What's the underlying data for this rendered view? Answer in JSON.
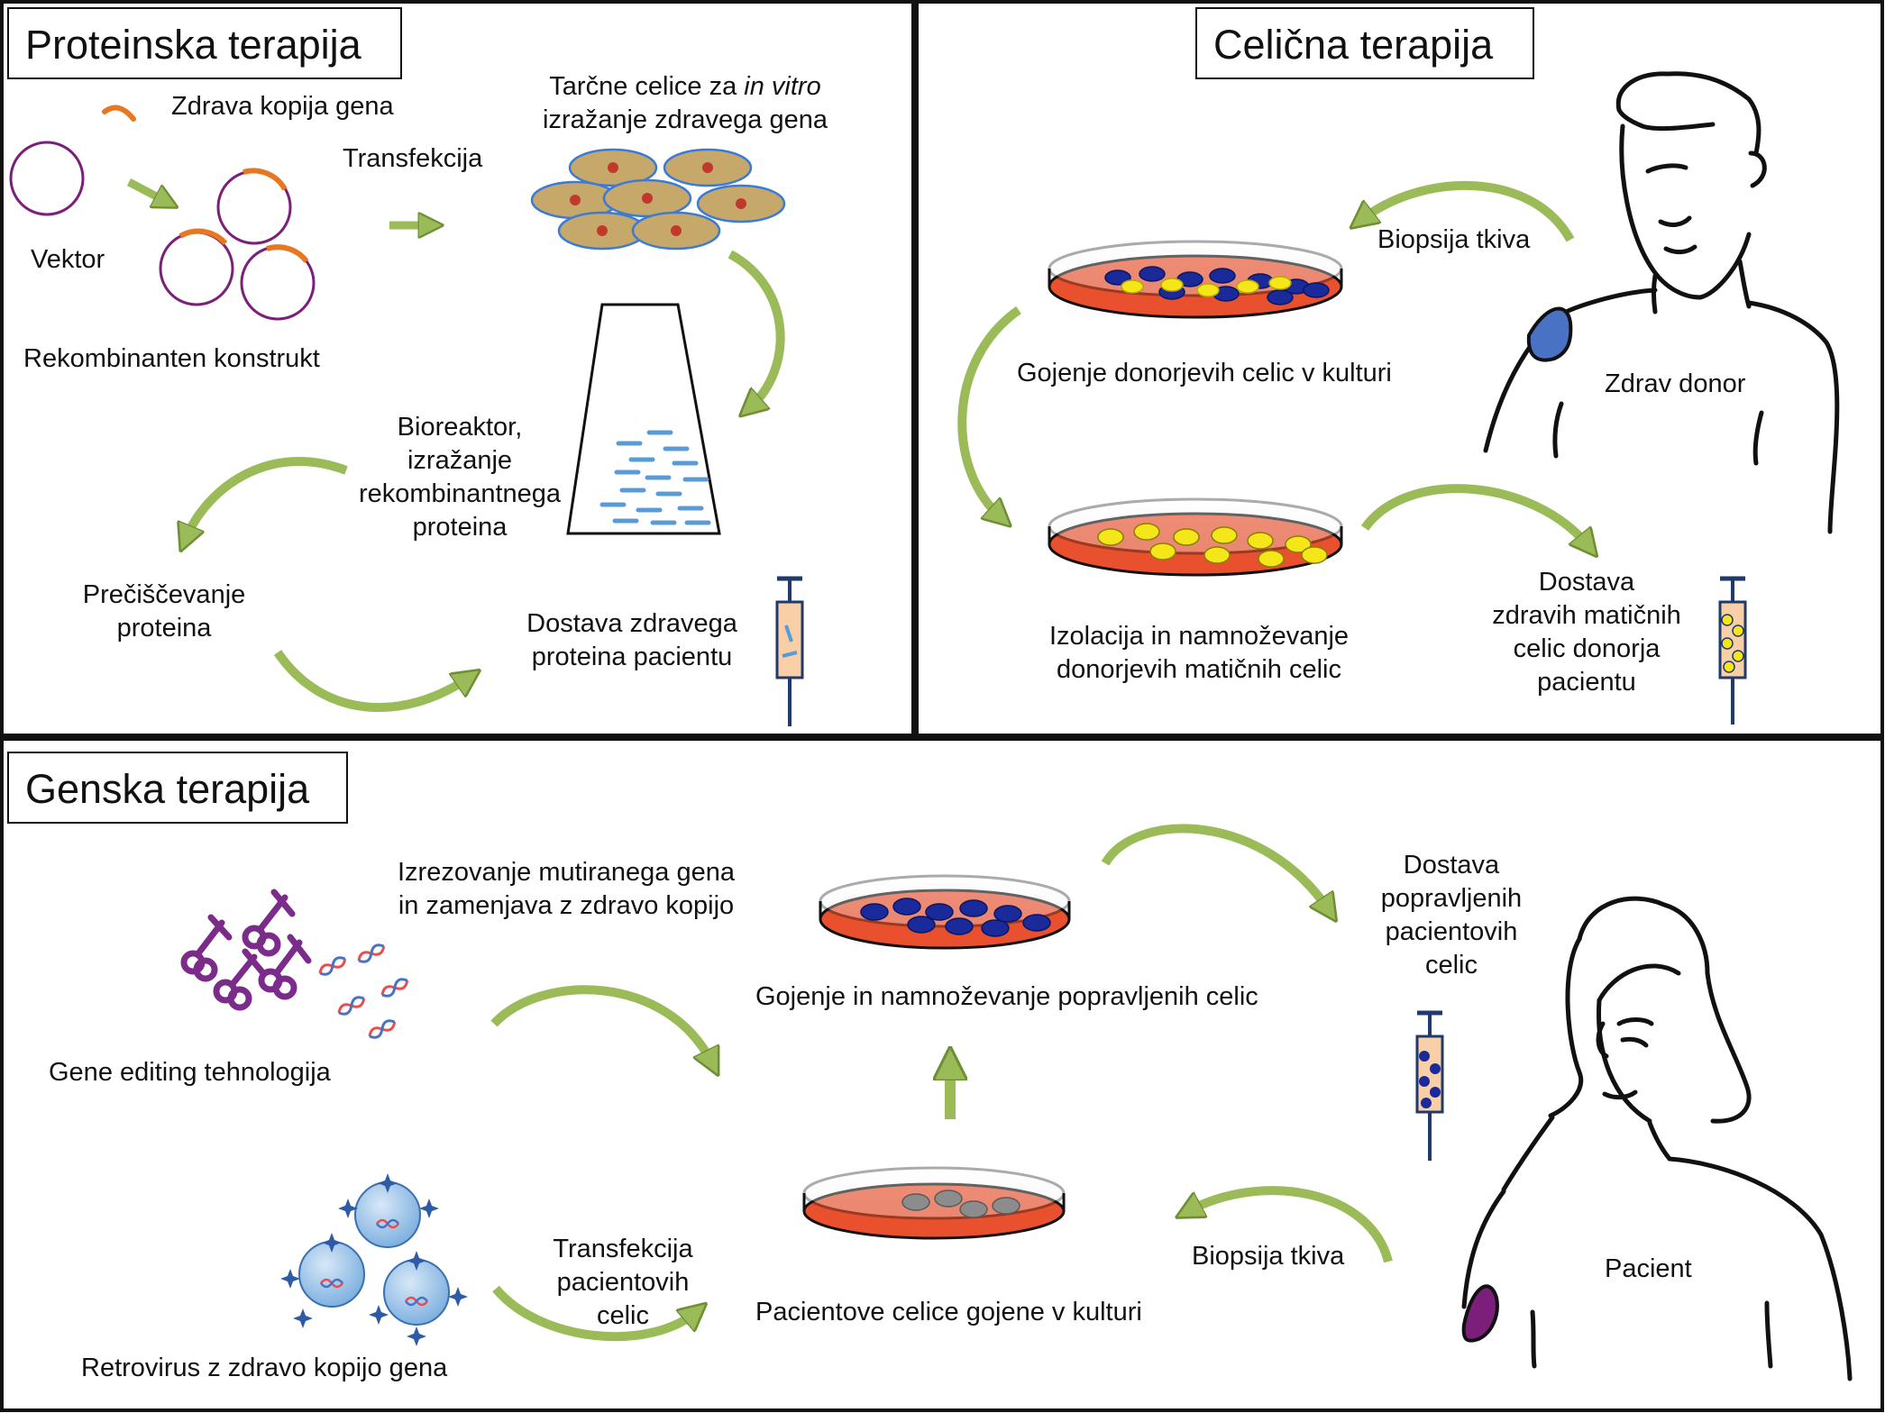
{
  "panels": {
    "protein": {
      "title": "Proteinska terapija",
      "healthy_gene": "Zdrava kopija gena",
      "vector": "Vektor",
      "transfection": "Transfekcija",
      "target_cells_1": "Tarčne celice za ",
      "target_cells_italic": "in vitro",
      "target_cells_2": "izražanje zdravega gena",
      "recombinant": "Rekombinanten konstrukt",
      "bioreactor": [
        "Bioreaktor,",
        "izražanje",
        "rekombinantnega",
        "proteina"
      ],
      "purification": [
        "Prečiščevanje",
        "proteina"
      ],
      "delivery": [
        "Dostava zdravega",
        "proteina pacientu"
      ]
    },
    "cell": {
      "title": "Celična terapija",
      "biopsy": "Biopsija tkiva",
      "culture": "Gojenje donorjevih celic v kulturi",
      "donor": "Zdrav donor",
      "isolation": [
        "Izolacija in namnoževanje",
        "donorjevih matičnih celic"
      ],
      "delivery": [
        "Dostava",
        "zdravih matičnih",
        "celic donorja",
        "pacientu"
      ]
    },
    "gene": {
      "title": "Genska terapija",
      "excision": [
        "Izrezovanje mutiranega gena",
        "in zamenjava z zdravo kopijo"
      ],
      "editing": "Gene editing tehnologija",
      "culture_fixed": "Gojenje in namnoževanje popravljenih celic",
      "delivery": [
        "Dostava",
        "popravljenih",
        "pacientovih",
        "celic"
      ],
      "transfection": [
        "Transfekcija",
        "pacientovih",
        "celic"
      ],
      "retrovirus": "Retrovirus z zdravo kopijo gena",
      "patient_cells": "Pacientove celice gojene v kulturi",
      "biopsy": "Biopsija tkiva",
      "patient": "Pacient"
    }
  },
  "colors": {
    "arrow_green": "#9bbb59",
    "arrow_dark": "#6f8f34",
    "gene_orange": "#e87722",
    "plasmid_purple": "#7b1f7a",
    "dish_red": "#e8502e",
    "cell_tan": "#c6a86b",
    "cell_blue_border": "#3a7bd5",
    "nucleus_red": "#c0392b",
    "protein_blue": "#5b9bd5",
    "syringe_navy": "#1f3a6b",
    "syringe_fill": "#f8cfa6",
    "stem_yellow": "#f5e61a",
    "dark_blue_cells": "#1a2a9a",
    "grey_cells": "#8c8c8c",
    "scissors_purple": "#7b2b8a",
    "virus_blue": "#9cc3e8",
    "donor_patch_blue": "#4a72c4",
    "patient_patch_purple": "#7b1f7a"
  },
  "icons": [
    "curved-arrow-icon",
    "straight-arrow-icon",
    "plasmid-icon",
    "petri-dish-icon",
    "syringe-icon",
    "bioreactor-flask-icon",
    "scissors-icon",
    "dna-icon",
    "retrovirus-icon",
    "donor-figure-icon",
    "patient-figure-icon"
  ]
}
